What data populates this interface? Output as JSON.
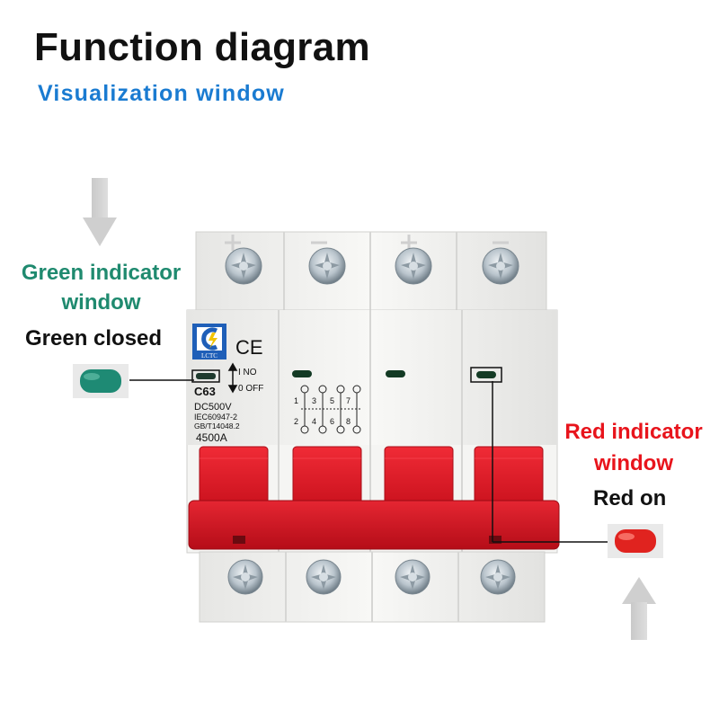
{
  "header": {
    "title": "Function diagram",
    "subtitle": "Visualization window"
  },
  "green_callout": {
    "label_line1": "Green indicator",
    "label_line2": "window",
    "state": "Green closed",
    "color": "#1f8a6f"
  },
  "red_callout": {
    "label_line1": "Red indicator",
    "label_line2": "window",
    "state": "Red on",
    "color": "#e8141c"
  },
  "breaker": {
    "logo_text": "LCTC",
    "ce_mark": "CE",
    "model": "C63",
    "on_label": "I NO",
    "off_label": "0 OFF",
    "voltage": "DC500V",
    "standard1": "IEC60947-2",
    "standard2": "GB/T14048.2",
    "breaking_capacity": "4500A",
    "terminal_polarity_top": [
      "+",
      "−",
      "+",
      "−"
    ],
    "terminal_numbers_top": [
      "1",
      "3",
      "5",
      "7"
    ],
    "terminal_numbers_bottom": [
      "2",
      "4",
      "6",
      "8"
    ],
    "handle_color": "#e3192a",
    "body_color": "#f4f4f2"
  },
  "icons": {
    "down_arrow": "down-arrow-icon",
    "up_arrow": "up-arrow-icon",
    "screw": "screw-icon"
  }
}
